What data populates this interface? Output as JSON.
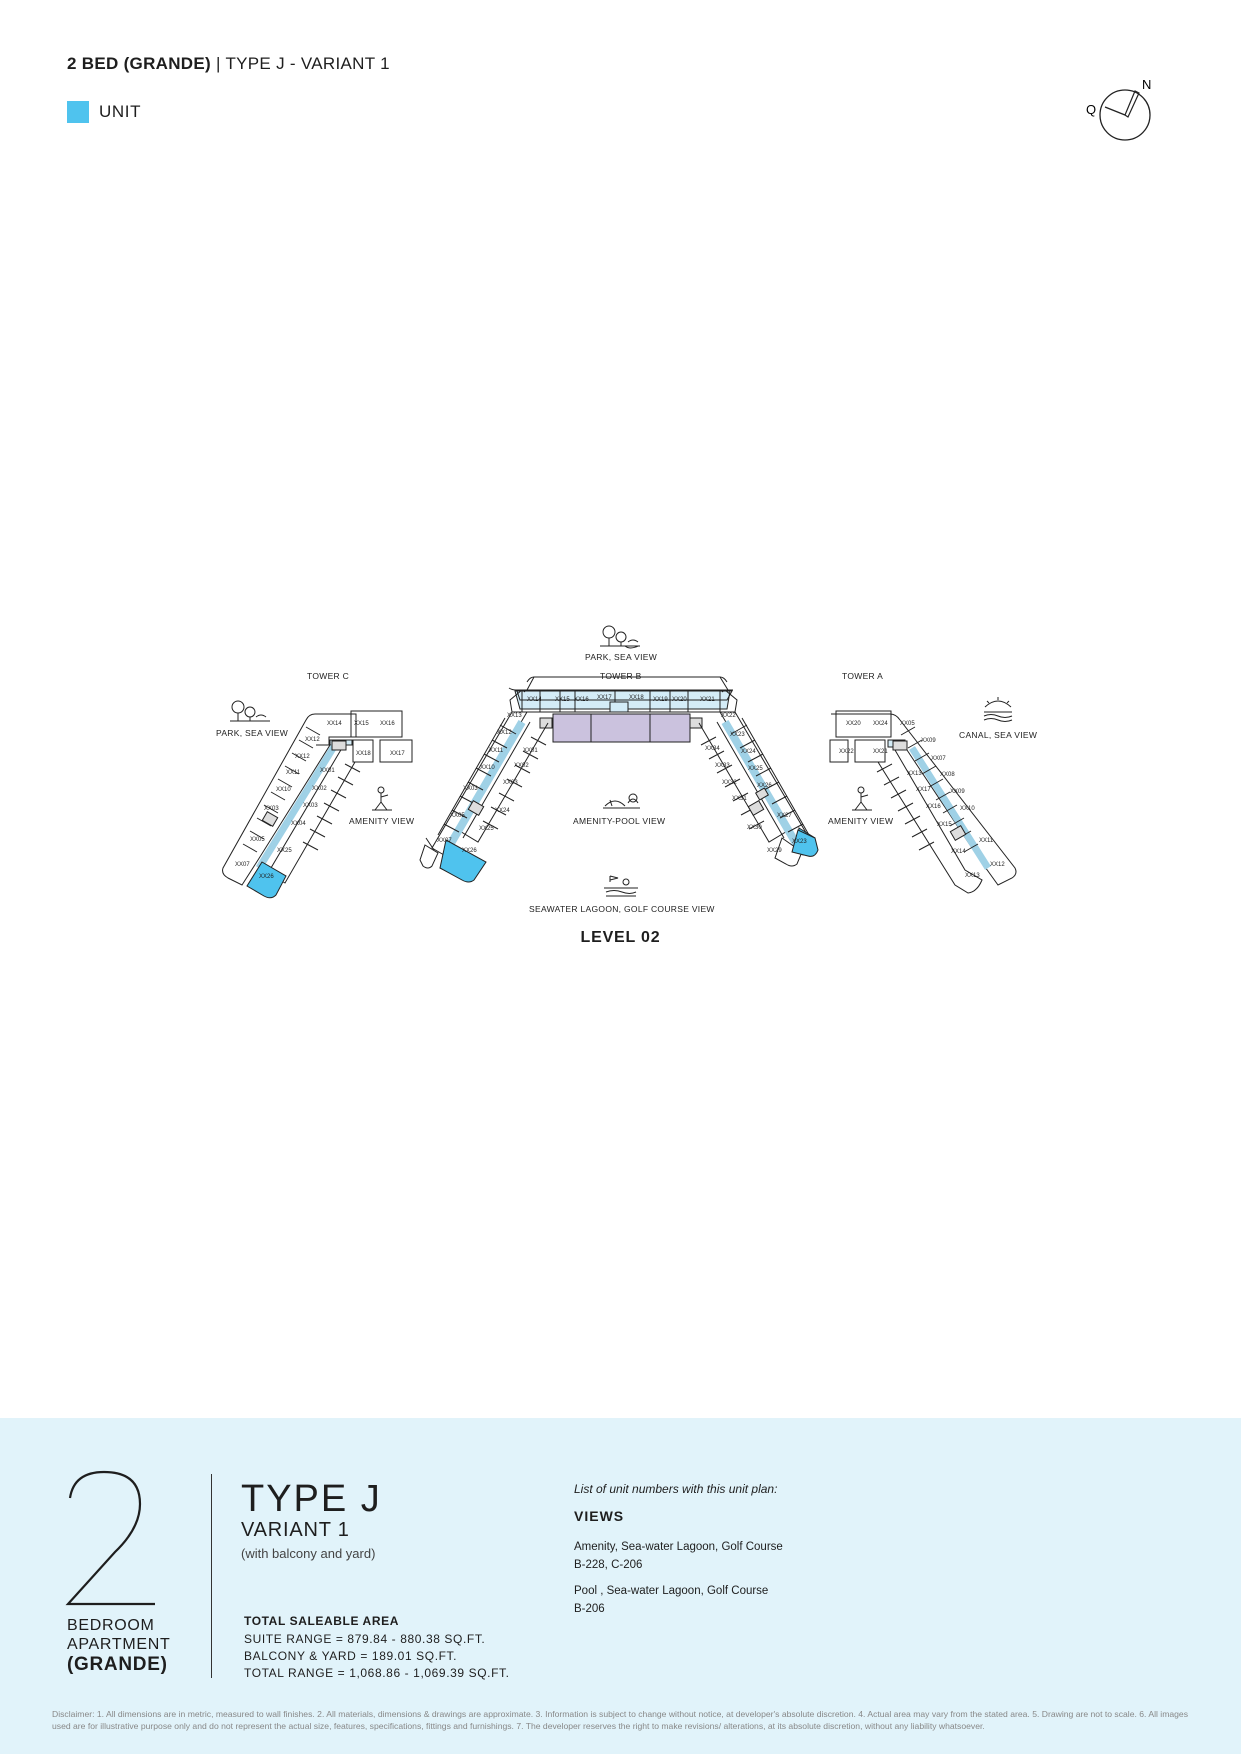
{
  "header": {
    "title_bold": "2 BED (GRANDE)",
    "title_rest": " | TYPE J - VARIANT 1",
    "legend_label": "UNIT"
  },
  "compass": {
    "north": "N",
    "west": "Q"
  },
  "colors": {
    "unit_highlight": "#4fc3ee",
    "corridor": "#d4ecf7",
    "core": "#cbc2de",
    "panel": "#e1f3fa"
  },
  "plan": {
    "towers": {
      "c": "TOWER C",
      "b": "TOWER B",
      "a": "TOWER A"
    },
    "views": {
      "top": "PARK, SEA VIEW",
      "left": "PARK, SEA VIEW",
      "right": "CANAL, SEA VIEW",
      "amenity_left": "AMENITY VIEW",
      "amenity_right": "AMENITY VIEW",
      "center": "AMENITY-POOL VIEW",
      "bottom": "SEAWATER LAGOON, GOLF COURSE VIEW"
    },
    "highlighted_units": [
      "XX26",
      "XX26",
      "XX23"
    ],
    "level": "LEVEL 02"
  },
  "info": {
    "number": "2",
    "bedroom_lines": [
      "BEDROOM",
      "APARTMENT",
      "(GRANDE)"
    ],
    "type_title": "TYPE J",
    "variant": "VARIANT 1",
    "variant_note": "(with balcony and yard)",
    "area_heading": "TOTAL SALEABLE AREA",
    "area_lines": [
      "SUITE RANGE = 879.84 - 880.38 SQ.FT.",
      "BALCONY & YARD = 189.01 SQ.FT.",
      "TOTAL RANGE = 1,068.86 - 1,069.39 SQ.FT."
    ],
    "list_heading": "List of unit numbers with this unit plan:",
    "views_heading": "VIEWS",
    "views": [
      {
        "label": "Amenity, Sea-water Lagoon, Golf Course",
        "units": "B-228, C-206"
      },
      {
        "label": "Pool , Sea-water Lagoon, Golf Course",
        "units": "B-206"
      }
    ]
  },
  "disclaimer": "Disclaimer: 1. All dimensions are in metric, measured to wall finishes. 2. All materials, dimensions & drawings are approximate. 3. Information is subject to change without notice, at developer's absolute discretion. 4. Actual area may vary from the stated area. 5. Drawing are not to scale. 6. All images used are for illustrative purpose only and do not represent the actual size, features, specifications, fittings and furnishings. 7. The developer reserves the right to make revisions/ alterations, at its absolute discretion, without any liability whatsoever."
}
